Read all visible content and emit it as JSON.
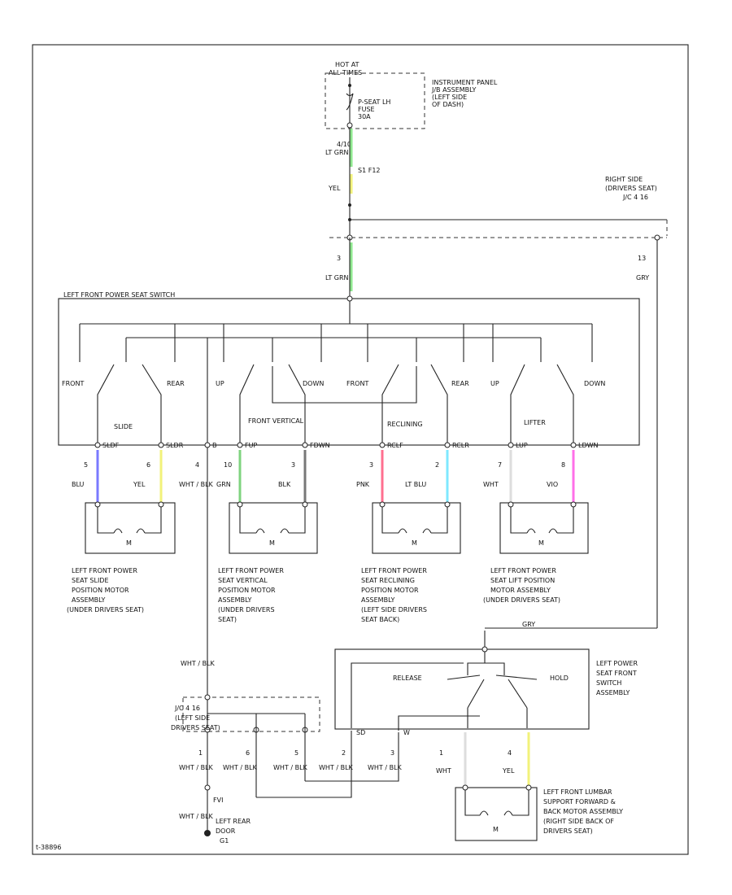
{
  "diagram": {
    "hot_at": [
      "HOT AT",
      "ALL TIMES"
    ],
    "ip_label": [
      "INSTRUMENT PANEL",
      "J/B ASSEMBLY",
      "(LEFT SIDE",
      "OF DASH)"
    ],
    "fuse_label": [
      "P-SEAT LH",
      "FUSE",
      "30A"
    ],
    "fuse_pin": "4/10",
    "wire_lt_grn_top": "LT GRN",
    "junction_pin": "S1 F12",
    "wire_yel_top": "YEL",
    "rightside_label": [
      "RIGHT SIDE",
      "(DRIVERS SEAT)",
      "J/C 4 16"
    ],
    "pin_3": "3",
    "pin_13": "13",
    "wire_lt_grn_mid": "LT GRN",
    "wire_gry_right": "GRY",
    "switch_title": "LEFT FRONT POWER SEAT SWITCH",
    "switch_labels": [
      "FRONT",
      "REAR",
      "UP",
      "DOWN",
      "FRONT",
      "REAR",
      "UP",
      "DOWN"
    ],
    "group_labels": [
      "SLIDE",
      "FRONT VERTICAL",
      "RECLINING",
      "LIFTER"
    ],
    "terminal_labels": [
      "SLDF",
      "SLDR",
      "B",
      "FUP",
      "FDWN",
      "RCLF",
      "RCLR",
      "LUP",
      "LDWN"
    ],
    "pin_numbers": [
      "5",
      "6",
      "4",
      "10",
      "3",
      "3",
      "2",
      "7",
      "8"
    ],
    "wire_colors": [
      "BLU",
      "YEL",
      "WHT / BLK",
      "GRN",
      "BLK",
      "PNK",
      "LT BLU",
      "WHT",
      "VIO"
    ],
    "motor_m": "M",
    "motor_labels": [
      [
        "LEFT FRONT POWER",
        "SEAT SLIDE",
        "POSITION MOTOR",
        "ASSEMBLY",
        "(UNDER DRIVERS SEAT)"
      ],
      [
        "LEFT FRONT POWER",
        "SEAT VERTICAL",
        "POSITION MOTOR",
        "ASSEMBLY",
        "(UNDER DRIVERS",
        "SEAT)"
      ],
      [
        "LEFT FRONT POWER",
        "SEAT RECLINING",
        "POSITION MOTOR",
        "ASSEMBLY",
        "(LEFT SIDE DRIVERS",
        "SEAT BACK)"
      ],
      [
        "LEFT FRONT POWER",
        "SEAT LIFT POSITION",
        "MOTOR ASSEMBLY",
        "(UNDER DRIVERS SEAT)"
      ]
    ],
    "wire_gry_bottom": "GRY",
    "lumbar_switch_label": [
      "LEFT POWER",
      "SEAT FRONT",
      "SWITCH",
      "ASSEMBLY"
    ],
    "release": "RELEASE",
    "hold": "HOLD",
    "wht_blk_side": "WHT / BLK",
    "jc_label": [
      "J/C 4 16",
      "(LEFT SIDE",
      "DRIVERS SEAT)"
    ],
    "lower_pins": [
      "1",
      "6",
      "5",
      "2",
      "3",
      "1",
      "4"
    ],
    "lower_wires": [
      "WHT / BLK",
      "WHT / BLK",
      "WHT / BLK",
      "WHT / BLK",
      "WHT / BLK",
      "WHT",
      "YEL"
    ],
    "fvi": "FVI",
    "wht_blk_ground": "WHT / BLK",
    "ground_label": [
      "LEFT REAR",
      "DOOR",
      "G1"
    ],
    "lumbar_label": [
      "LEFT FRONT LUMBAR",
      "SUPPORT FORWARD &",
      "BACK MOTOR ASSEMBLY",
      "(RIGHT SIDE BACK OF",
      "DRIVERS SEAT)"
    ],
    "term_lbls": [
      "SD",
      "W"
    ],
    "figure_id": "t-38896"
  },
  "colors": {
    "lt_grn": "#8fe88f",
    "yel": "#f2f27a",
    "blu": "#7a7aff",
    "grn": "#7fd37f",
    "blk": "#777777",
    "pnk": "#ff6f8f",
    "lt_blu": "#7fe8ff",
    "wht": "#eeeeee",
    "vio": "#ff6fe8"
  }
}
